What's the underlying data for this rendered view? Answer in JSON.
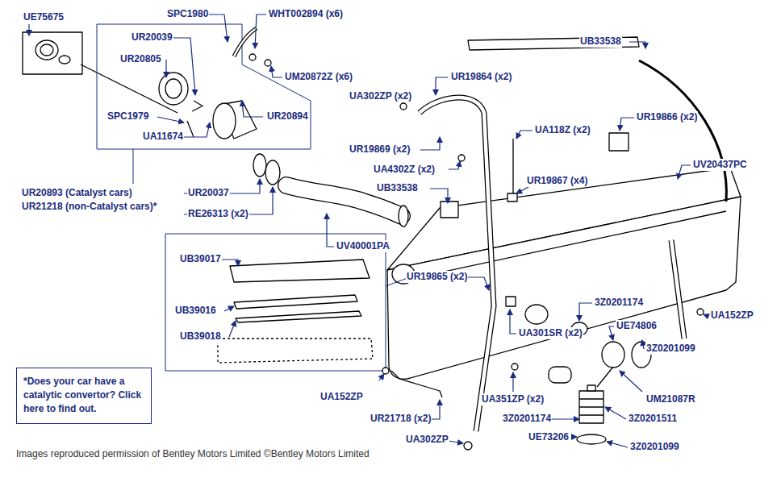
{
  "diagram": {
    "caption": "Images reproduced permission of Bentley Motors Limited ©Bentley Motors Limited",
    "nodes": [
      {
        "text": [
          "*Does your car have a catalytic convertor? Click here to find out."
        ]
      }
    ],
    "labels": [
      "UE75675",
      "SPC1980",
      "WHT002894 (x6)",
      "UR20039",
      "UR20805",
      "UM20872Z (x6)",
      "UR19864 (x2)",
      "UB33538",
      "SPC1979",
      "UR20894",
      "UA11674",
      "UA302ZP (x2)",
      "UR19869 (x2)",
      "UA4302Z (x2)",
      "UB33538",
      "UA118Z (x2)",
      "UR19866 (x2)",
      "UV20437PC",
      "UR19867 (x4)",
      "UR20893 (Catalyst cars)",
      "UR21218 (non-Catalyst cars)*",
      "UR20037",
      "RE26313 (x2)",
      "UV40001PA",
      "UB39017",
      "UB39016",
      "UB39018",
      "UR19865 (x2)",
      "3Z0201174",
      "UE74806",
      "3Z0201099",
      "UA152ZP",
      "UA301SR (x2)",
      "UA152ZP",
      "UR21718 (x2)",
      "UA351ZP (x2)",
      "UM21087R",
      "3Z0201174",
      "3Z0201511",
      "UE73206",
      "3Z0201099",
      "UA302ZP"
    ]
  }
}
